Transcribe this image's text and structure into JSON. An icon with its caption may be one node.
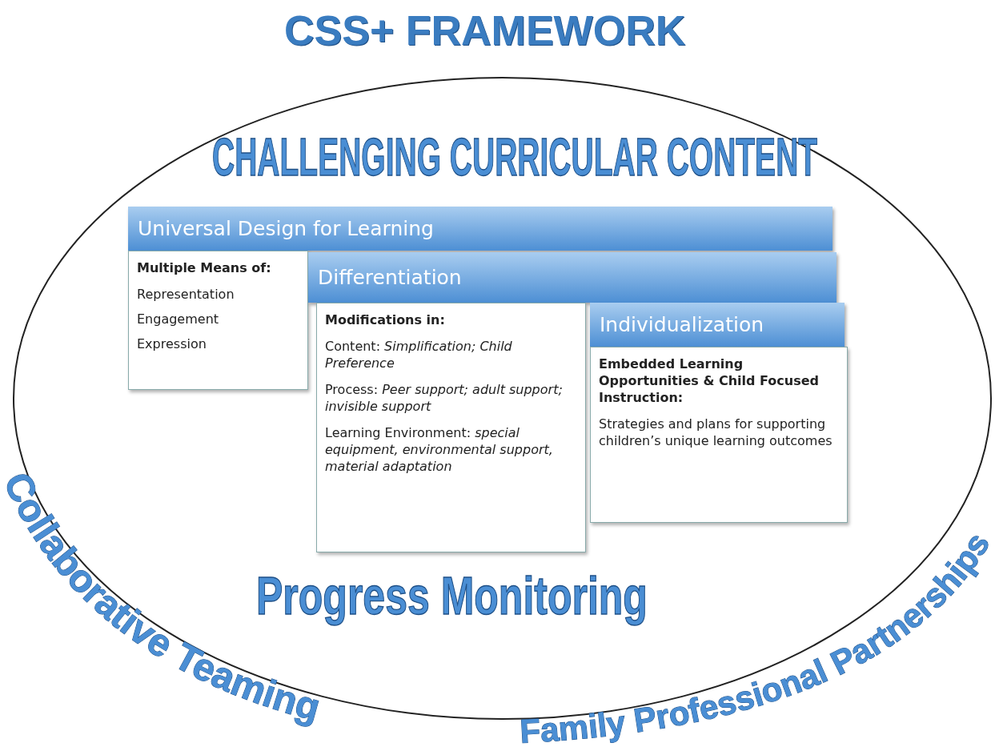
{
  "diagram": {
    "title": "CSS+ FRAMEWORK",
    "nodes": [
      {
        "text": [
          "CHALLENGING CURRICULAR CONTENT",
          "Progress Monitoring"
        ]
      },
      {
        "text": [
          "Universal Design for Learning"
        ],
        "in": 0
      },
      {
        "text": [
          "Multiple Means of:",
          "Representation",
          "Engagement",
          "Expression"
        ],
        "in": 0
      },
      {
        "text": [
          "Differentiation"
        ],
        "in": 0
      },
      {
        "text": [
          "Modifications in:",
          "Content:  *Simplification; Child Preference*",
          "Process: *Peer support; adult support; invisible support*",
          "Learning Environment: *special equipment, environmental support, material adaptation*"
        ],
        "in": 0
      },
      {
        "text": [
          "Individualization"
        ],
        "in": 0
      },
      {
        "text": [
          "**Embedded Learning Opportunities & Child Focused Instruction**:",
          "Strategies and plans for supporting children’s unique learning outcomes"
        ],
        "in": 0
      }
    ],
    "labels": [
      "Collaborative Teaming",
      "Family Professional Partnerships"
    ]
  }
}
